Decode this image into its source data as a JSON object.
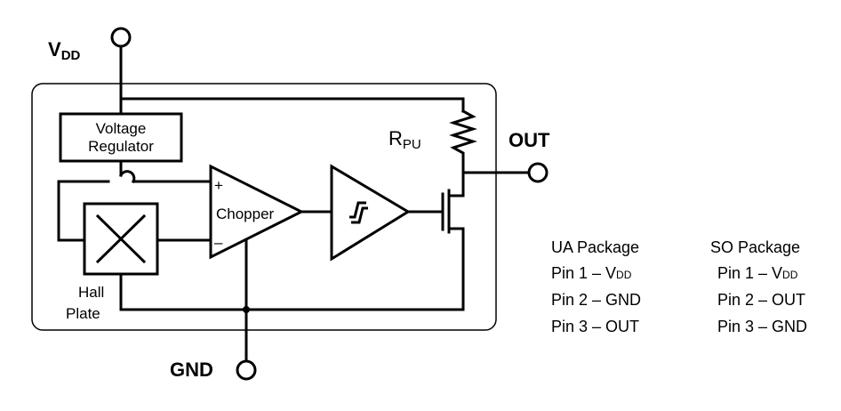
{
  "pins": {
    "vdd_main": "V",
    "vdd_sub": "DD",
    "out": "OUT",
    "gnd": "GND"
  },
  "blocks": {
    "regulator_line1": "Voltage",
    "regulator_line2": "Regulator",
    "chopper": "Chopper",
    "plus": "+",
    "minus": "–",
    "hall_line1": "Hall",
    "hall_line2": "Plate",
    "resistor_main": "R",
    "resistor_sub": "PU"
  },
  "packages": [
    {
      "title": "UA Package",
      "pins": [
        {
          "prefix": "Pin 1 – V",
          "sub": "DD"
        },
        {
          "prefix": "Pin 2 – GND",
          "sub": ""
        },
        {
          "prefix": "Pin 3 – OUT",
          "sub": ""
        }
      ]
    },
    {
      "title": "SO Package",
      "pins": [
        {
          "prefix": "Pin 1 – V",
          "sub": "DD"
        },
        {
          "prefix": "Pin 2 – OUT",
          "sub": ""
        },
        {
          "prefix": "Pin 3 – GND",
          "sub": ""
        }
      ]
    }
  ]
}
